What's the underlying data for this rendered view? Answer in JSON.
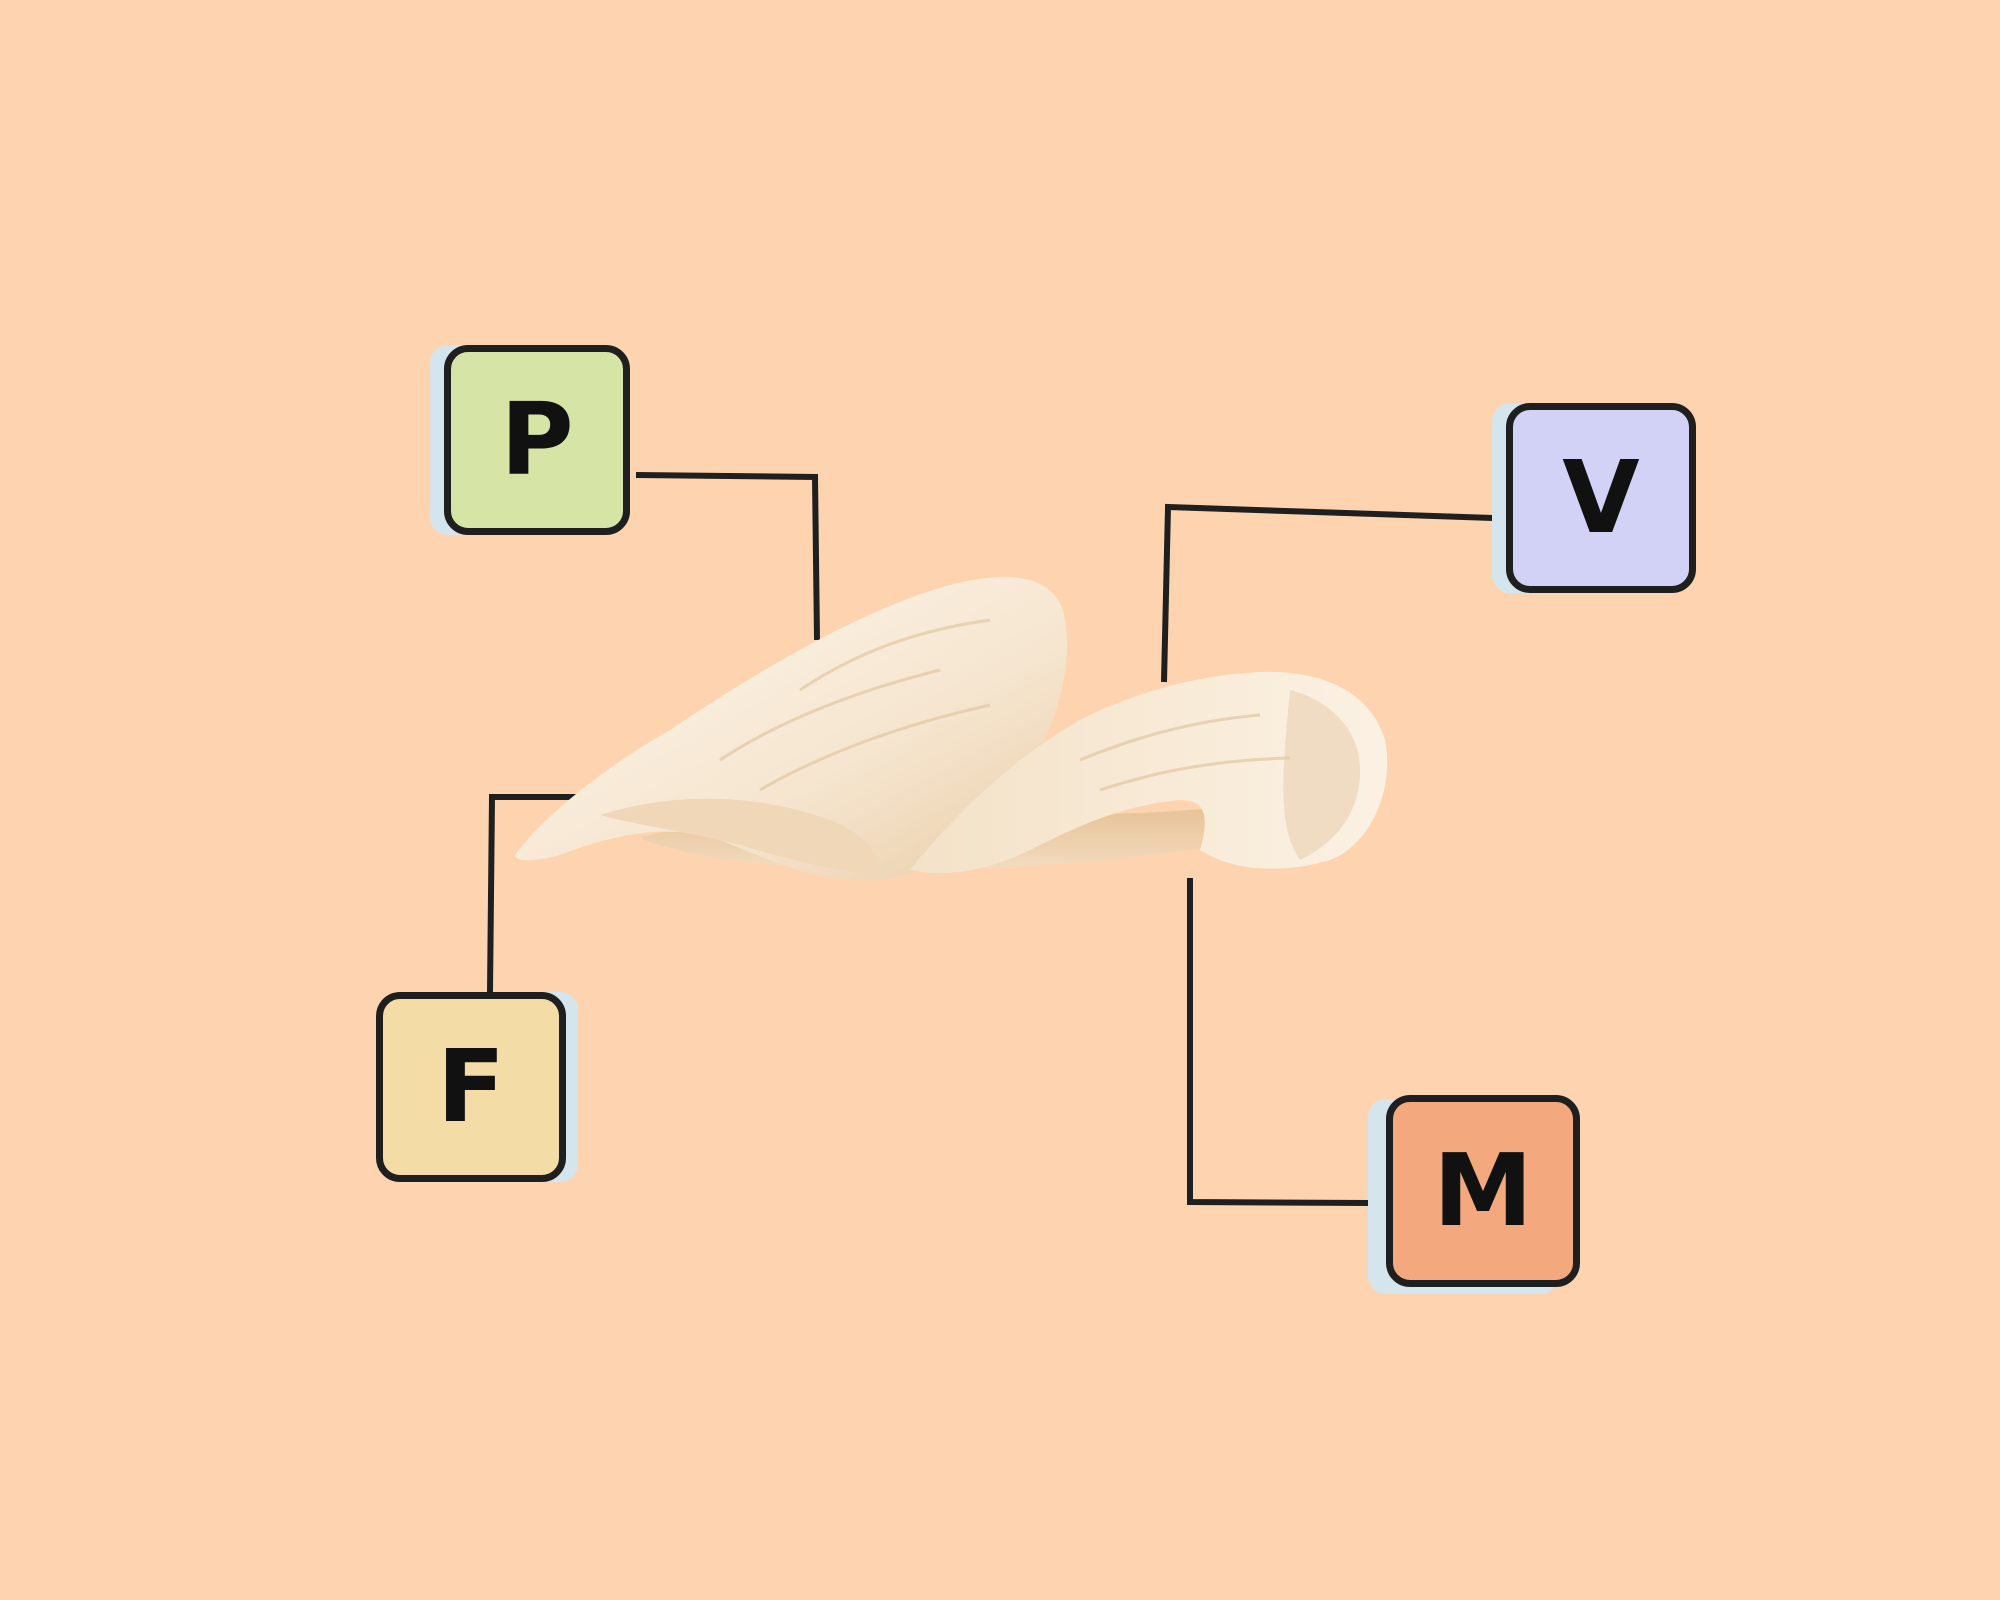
{
  "background_color": "#FED4B0",
  "central_image": {
    "icon": "fish-fillet-icon",
    "colors": [
      "#FBF1E3",
      "#F2DCC0",
      "#E8C7A0"
    ]
  },
  "badges": [
    {
      "id": "p",
      "letter": "P",
      "color": "#D6E4A6"
    },
    {
      "id": "v",
      "letter": "V",
      "color": "#D2D2F7"
    },
    {
      "id": "f",
      "letter": "F",
      "color": "#F4DCA7"
    },
    {
      "id": "m",
      "letter": "M",
      "color": "#F3A97D"
    }
  ],
  "connector_color": "#1f1f1f"
}
